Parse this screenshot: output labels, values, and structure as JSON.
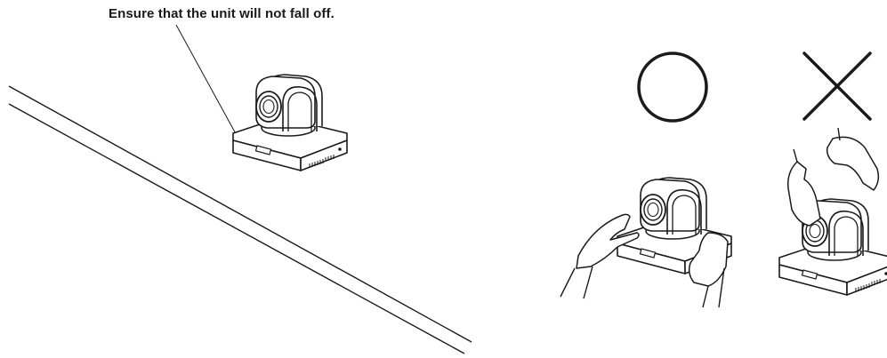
{
  "caption": "Ensure that the unit will not fall off.",
  "symbols": {
    "correct": "circle-symbol",
    "incorrect": "cross-symbol"
  },
  "colors": {
    "line": "#1a1a1a",
    "background": "#ffffff"
  }
}
